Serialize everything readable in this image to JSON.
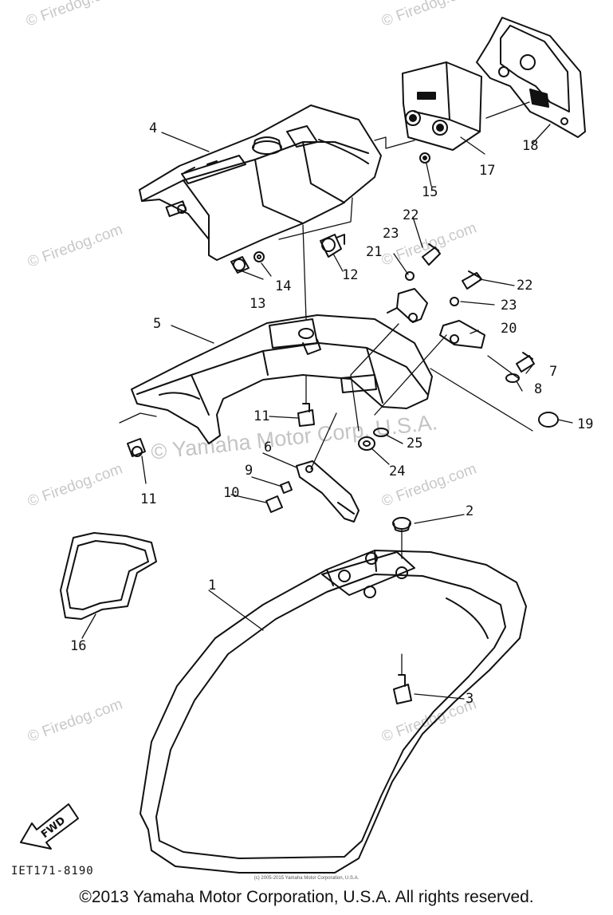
{
  "watermarks": {
    "firedog": "© Firedog.com",
    "center": "© Yamaha Motor Corp. U.S.A."
  },
  "callouts": {
    "p1": "1",
    "p2": "2",
    "p3": "3",
    "p4": "4",
    "p5": "5",
    "p6": "6",
    "p7": "7",
    "p8": "8",
    "p9": "9",
    "p10": "10",
    "p11a": "11",
    "p11b": "11",
    "p12": "12",
    "p13": "13",
    "p14": "14",
    "p15": "15",
    "p16": "16",
    "p17": "17",
    "p18": "18",
    "p19": "19",
    "p20": "20",
    "p21": "21",
    "p22a": "22",
    "p22b": "22",
    "p23a": "23",
    "p23b": "23",
    "p24": "24",
    "p25": "25"
  },
  "fwd_label": "FWD",
  "diagram_code": "IET171-8190",
  "small_copyright": "(c) 2005-2015 Yamaha Motor Corporation, U.S.A.",
  "footer": "©2013 Yamaha Motor Corporation, U.S.A. All rights reserved.",
  "colors": {
    "line": "#111111",
    "watermark": "#c8c8c8"
  }
}
